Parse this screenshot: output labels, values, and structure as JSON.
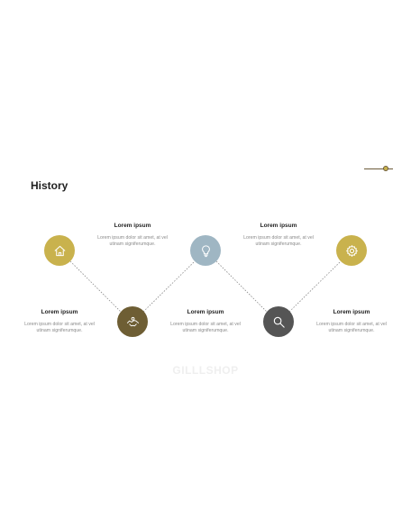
{
  "slide": {
    "title": "History",
    "watermark": "GILLLSHOP"
  },
  "colors": {
    "gold": "#C9B24D",
    "olive_brown": "#6E5E34",
    "blue_gray": "#9FB6C3",
    "dark_gray": "#555555",
    "connector": "#8C8C8C"
  },
  "steps": [
    {
      "icon": "home-icon",
      "color": "gold",
      "heading": "Lorem ipsum",
      "body": "Lorem ipsum dolor sit amet, at vel utinam signiferumque."
    },
    {
      "icon": "handshake-icon",
      "color": "olive_brown",
      "heading": "Lorem ipsum",
      "body": "Lorem ipsum dolor sit amet, at vel utinam signiferumque."
    },
    {
      "icon": "lightbulb-icon",
      "color": "blue_gray",
      "heading": "Lorem ipsum",
      "body": "Lorem ipsum dolor sit amet, at vel utinam signiferumque."
    },
    {
      "icon": "search-icon",
      "color": "dark_gray",
      "heading": "Lorem ipsum",
      "body": "Lorem ipsum dolor sit amet, at vel utinam signiferumque."
    },
    {
      "icon": "gear-icon",
      "color": "gold",
      "heading": "Lorem ipsum",
      "body": "Lorem ipsum dolor sit amet, at vel utinam signiferumque."
    }
  ]
}
